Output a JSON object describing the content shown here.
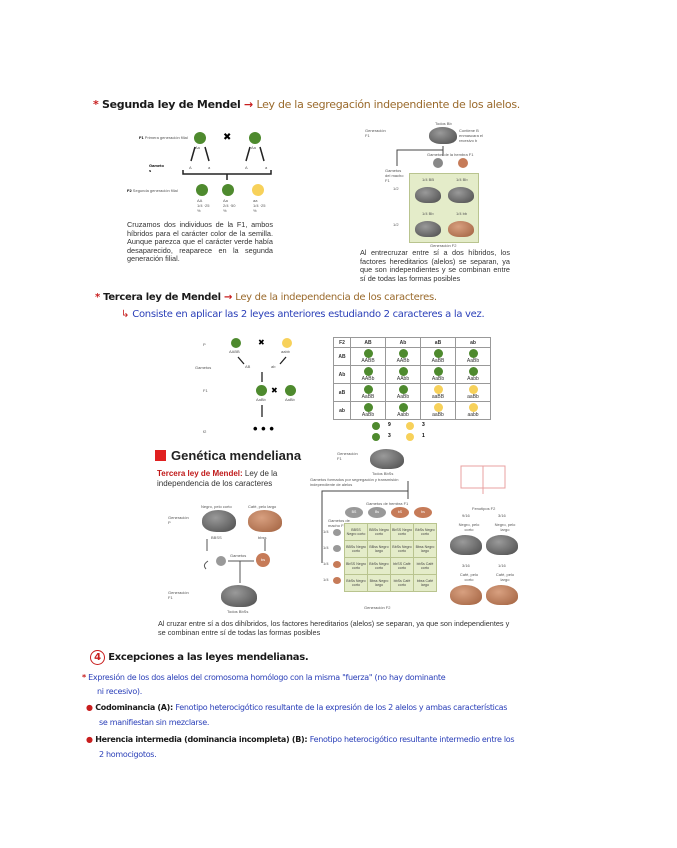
{
  "section2": {
    "bullet": "*",
    "title": "Segunda ley de Mendel",
    "arrow": "→",
    "subtitle": "Ley de la segregación independiente de los alelos."
  },
  "fig_monohybrid": {
    "f1_label": "F1",
    "f1_desc": "Primera generación filial",
    "cross": "✖",
    "parent_left": "Aa",
    "parent_right": "Aa",
    "gametes_label": "Gameto s",
    "gametes": [
      "A",
      "a",
      "A",
      "a"
    ],
    "f2_label": "F2",
    "f2_desc": "Segunda generación filial",
    "offspring": [
      {
        "genotype": "AA",
        "ratio": "1/4 ·25",
        "unit": "%",
        "color": "green"
      },
      {
        "genotype": "Aa",
        "ratio": "2/4 ·50",
        "unit": "%",
        "color": "green"
      },
      {
        "genotype": "aa",
        "ratio": "1/4 ·25",
        "unit": "%",
        "color": "yellow"
      }
    ],
    "caption": "Cruzamos dos individuos de la F1, ambos híbridos para el carácter color de la semilla. Aunque parezca que el carácter verde había desaparecido, reaparece en la segunda generación filial."
  },
  "fig_guinea_mono": {
    "gen_f1": "Generación F1",
    "all": "Todos Bb",
    "note": "Contiene B enmascara el recesivo b",
    "female_gametes": "Gametos de la hembra F1",
    "male_gametes": "Gametos del macho F1",
    "half": "1/2",
    "cells": [
      "1/4 BB",
      "1/4 Bb",
      "1/4 Bb",
      "1/4 bb"
    ],
    "gen_f2": "Generación F2",
    "caption": "Al entrecruzar entre sí a dos híbridos, los factores hereditarios (alelos) se separan, ya que son independientes y se combinan entre sí de todas las formas posibles"
  },
  "section3": {
    "bullet": "*",
    "title": "Tercera ley de Mendel",
    "arrow": "→",
    "subtitle": "Ley de la independencia de los caracteres.",
    "note": "Consiste en aplicar las 2 leyes anteriores estudiando 2 caracteres a la vez."
  },
  "fig_dihybrid": {
    "p_label": "P",
    "gametes_label": "Gametos",
    "f1_label": "F1",
    "f2_label": "f2",
    "parent_left": "AABB",
    "parent_right": "aabb",
    "gamete_left": "AB",
    "gamete_right": "ab",
    "f1_left": "AaBb",
    "f1_right": "AaBb",
    "cross": "✖",
    "dots": "• • •"
  },
  "punnett": {
    "corner": "F2",
    "cols": [
      "AB",
      "Ab",
      "aB",
      "ab"
    ],
    "rows": [
      {
        "label": "AB",
        "cells": [
          [
            "AABB",
            "green"
          ],
          [
            "AABb",
            "green"
          ],
          [
            "AaBB",
            "green"
          ],
          [
            "AaBb",
            "green"
          ]
        ]
      },
      {
        "label": "Ab",
        "cells": [
          [
            "AABb",
            "green"
          ],
          [
            "AAbb",
            "green"
          ],
          [
            "AaBb",
            "green"
          ],
          [
            "Aabb",
            "green"
          ]
        ]
      },
      {
        "label": "aB",
        "cells": [
          [
            "AaBB",
            "green"
          ],
          [
            "AaBb",
            "green"
          ],
          [
            "aaBB",
            "yellow"
          ],
          [
            "aaBb",
            "yellow"
          ]
        ]
      },
      {
        "label": "ab",
        "cells": [
          [
            "AaBb",
            "green"
          ],
          [
            "Aabb",
            "green"
          ],
          [
            "aaBb",
            "yellow"
          ],
          [
            "aabb",
            "yellow"
          ]
        ]
      }
    ],
    "legend": [
      {
        "color": "green",
        "count": "9"
      },
      {
        "color": "yellow",
        "count": "3"
      },
      {
        "color": "green",
        "count": "3"
      },
      {
        "color": "yellow",
        "count": "1"
      }
    ]
  },
  "slide": {
    "title": "Genética mendeliana",
    "law": "Tercera ley de Mendel:",
    "law_desc": "Ley de la independencia de los caracteres",
    "gen_p": "Generación P",
    "black_short": "Negro, pelo corto",
    "brown_long": "Café, pelo largo",
    "geno_black": "BBSS",
    "geno_brown": "bbss",
    "gametes": "Gametos",
    "gamete_left": "BS",
    "gamete_right": "bs",
    "gen_f1": "Generación F1",
    "all_f1": "Todos BbSs",
    "gen_f1_top": "Generación F1",
    "all_f1_top": "Todos BbSs",
    "formed": "Gametos formados por segregación y transmisión independiente de alelos",
    "female": "Gametos de hembra F1",
    "male": "Gametos de macho F1",
    "quarter": "1/4",
    "female_gametes": [
      "BS",
      "Bs",
      "bS",
      "bs"
    ],
    "grid": [
      [
        "BBSS Negro corto",
        "BBSs Negro corto",
        "BbSS Negro corto",
        "BbSs Negro corto"
      ],
      [
        "BBSs Negro corto",
        "BBss Negro largo",
        "BbSs Negro corto",
        "Bbss Negro largo"
      ],
      [
        "BbSS Negro corto",
        "BbSs Negro corto",
        "bbSS Café corto",
        "bbSs Café corto"
      ],
      [
        "BbSs Negro corto",
        "Bbss Negro largo",
        "bbSs Café corto",
        "bbss Café largo"
      ]
    ],
    "gen_f2": "Generación F2",
    "phenotypes_label": "Fenotipos F2",
    "phenotypes": [
      {
        "ratio": "9/16",
        "label": "Negro, pelo corto",
        "color": "gray"
      },
      {
        "ratio": "3/16",
        "label": "Negro, pelo largo",
        "color": "gray"
      },
      {
        "ratio": "3/16",
        "label": "Café, pelo corto",
        "color": "brown"
      },
      {
        "ratio": "1/16",
        "label": "Café, pelo largo",
        "color": "brown"
      }
    ],
    "caption": "Al cruzar entre sí a dos dihíbridos, los factores hereditarios (alelos) se separan, ya que son independientes y se combinan entre sí de todas las formas posibles",
    "accent": "#e02020"
  },
  "section4": {
    "number": "4",
    "title": "Excepciones a las leyes mendelianas.",
    "intro_bullet": "*",
    "intro": "Expresión de los dos alelos del cromosoma homólogo con la misma \"fuerza\" (no hay dominante",
    "intro2": "ni recesivo).",
    "items": [
      {
        "term": "Codominancia (A):",
        "text": "Fenotipo heterocigótico resultante de la expresión de los 2 alelos y ambas características",
        "text2": "se manifiestan sin mezclarse."
      },
      {
        "term": "Herencia intermedia (dominancia incompleta) (B):",
        "text": "Fenotipo heterocigótico resultante intermedio entre los",
        "text2": "2 homocigotos."
      }
    ]
  },
  "colors": {
    "red": "#c81e1e",
    "brown": "#9a6a2c",
    "blue": "#2a3fb8",
    "green": "#4e8a2e",
    "yellow": "#f7d15a"
  }
}
